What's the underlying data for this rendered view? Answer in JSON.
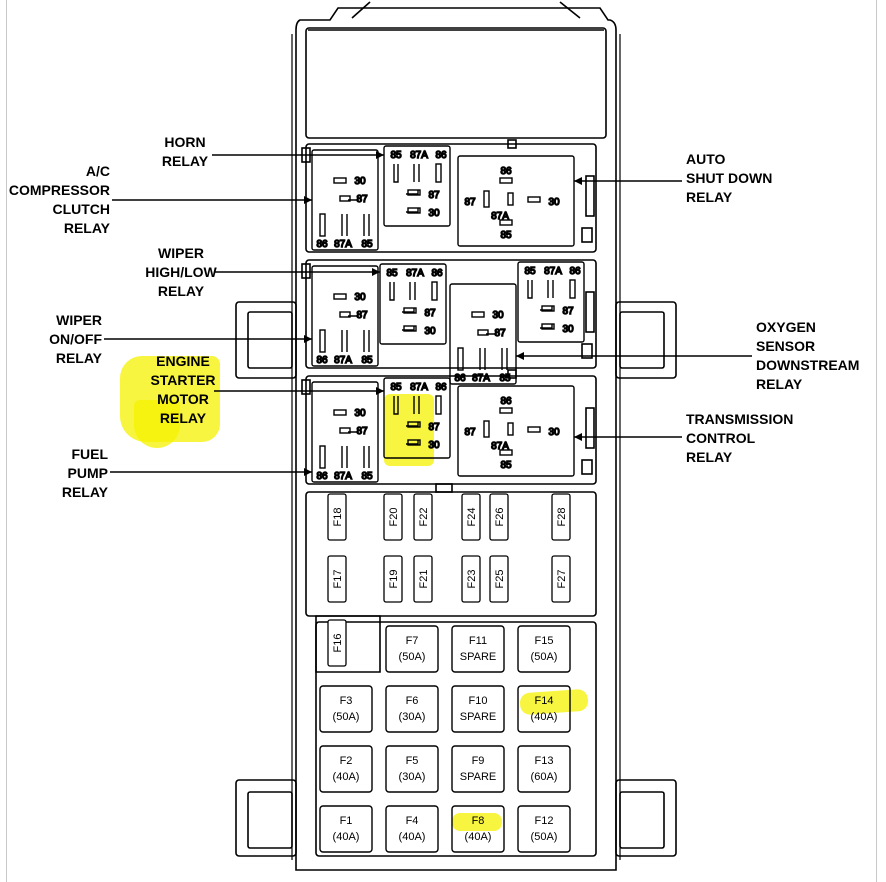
{
  "labels_left": {
    "horn_relay": "HORN\nRELAY",
    "ac_compressor_clutch_relay": "A/C\nCOMPRESSOR\nCLUTCH\nRELAY",
    "wiper_high_low_relay": "WIPER\nHIGH/LOW\nRELAY",
    "wiper_on_off_relay": "WIPER\nON/OFF\nRELAY",
    "engine_starter_motor_relay": "ENGINE\nSTARTER\nMOTOR\nRELAY",
    "fuel_pump_relay": "FUEL\nPUMP\nRELAY"
  },
  "labels_right": {
    "auto_shut_down_relay": "AUTO\nSHUT DOWN\nRELAY",
    "oxygen_sensor_downstream_relay": "OXYGEN\nSENSOR\nDOWNSTREAM\nRELAY",
    "transmission_control_relay": "TRANSMISSION\nCONTROL\nRELAY"
  },
  "relay_pins": {
    "p85": "85",
    "p87a": "87A",
    "p86": "86",
    "p87": "87",
    "p30": "30"
  },
  "mini_fuses": [
    "F18",
    "F20",
    "F22",
    "F24",
    "F26",
    "F28",
    "F17",
    "F19",
    "F21",
    "F23",
    "F25",
    "F27",
    "F16"
  ],
  "maxi_fuses": [
    {
      "name": "F7",
      "rating": "(50A)"
    },
    {
      "name": "F11",
      "rating": "SPARE"
    },
    {
      "name": "F15",
      "rating": "(50A)"
    },
    {
      "name": "F3",
      "rating": "(50A)"
    },
    {
      "name": "F6",
      "rating": "(30A)"
    },
    {
      "name": "F10",
      "rating": "SPARE"
    },
    {
      "name": "F14",
      "rating": "(40A)"
    },
    {
      "name": "F2",
      "rating": "(40A)"
    },
    {
      "name": "F5",
      "rating": "(30A)"
    },
    {
      "name": "F9",
      "rating": "SPARE"
    },
    {
      "name": "F13",
      "rating": "(60A)"
    },
    {
      "name": "F1",
      "rating": "(40A)"
    },
    {
      "name": "F4",
      "rating": "(40A)"
    },
    {
      "name": "F8",
      "rating": "(40A)"
    },
    {
      "name": "F12",
      "rating": "(50A)"
    }
  ],
  "colors": {
    "highlight": "#f6f200",
    "line": "#000000",
    "frame_outline": "#c8c8c8"
  }
}
